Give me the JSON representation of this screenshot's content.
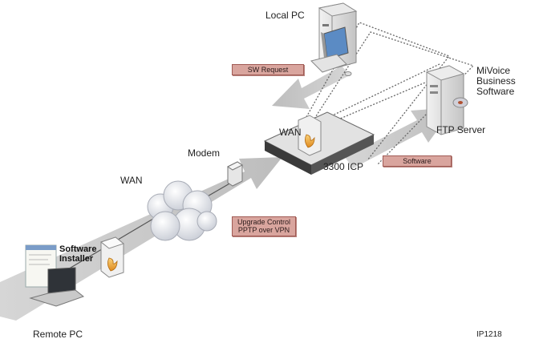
{
  "labels": {
    "local_pc": "Local PC",
    "mivoice": "MiVoice\nBusiness\nSoftware",
    "wan_icp": "WAN",
    "ftp_server": "FTP Server",
    "modem": "Modem",
    "icp": "3300  ICP",
    "wan_cloud": "WAN",
    "software_installer": "Software\nInstaller",
    "remote_pc": "Remote PC",
    "figure_id": "IP1218"
  },
  "tags": {
    "sw_request": "SW Request",
    "software": "Software",
    "upgrade_control": "Upgrade Control\nPPTP over VPN"
  },
  "colors": {
    "arrow": "#c6c6c6",
    "tag_fill": "#d9a59e",
    "tag_border": "#a05a54",
    "firewall": "#e8a23a"
  }
}
